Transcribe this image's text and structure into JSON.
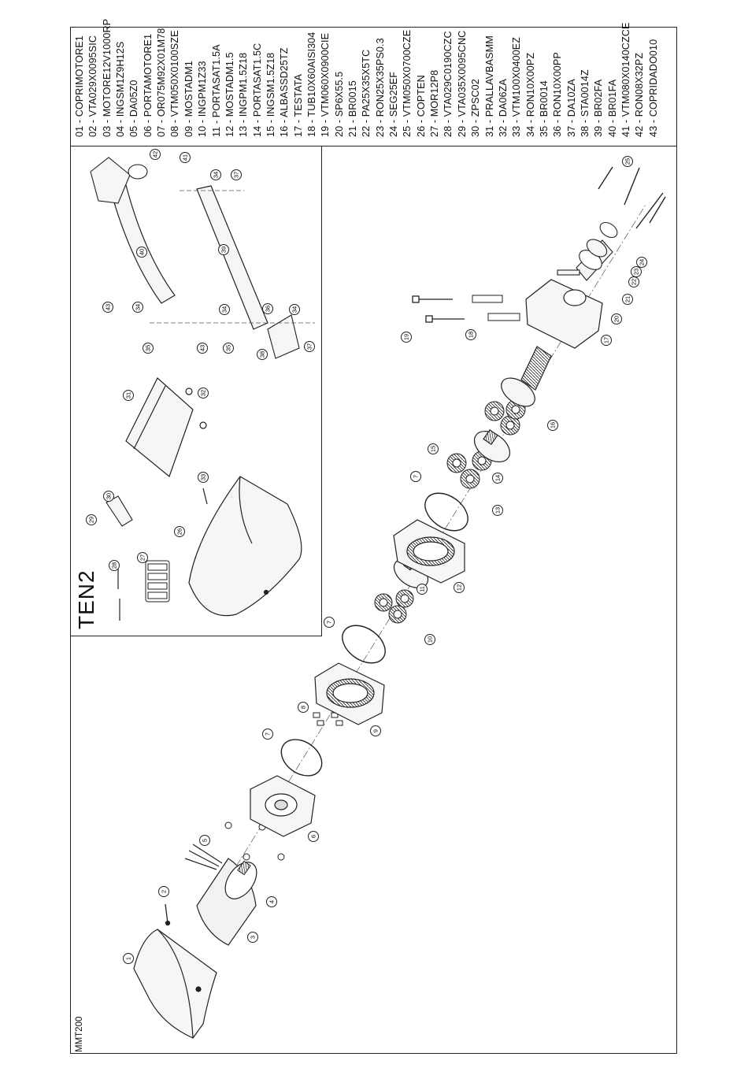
{
  "model_code": "MMT200",
  "inset_title": "TEN2",
  "parts": [
    "01 - COPRIMOTORE1",
    "02 - VTA029X0095SIC",
    "03 - MOTORE12V1000RP",
    "04 - INGSM1Z9H12S",
    "05 - DA05Z0",
    "06 - PORTAMOTORE1",
    "07 - OR075M92X01M78",
    "08 - VTM050X0100SZE",
    "09 - MOSTADM1",
    "10 - INGPM1Z33",
    "11 - PORTASAT1.5A",
    "12 - MOSTADM1.5",
    "13 - INGPM1.5Z18",
    "14 - PORTASAT1.5C",
    "15 - INGSM1.5Z18",
    "16 - ALBASSD25TZ",
    "17 - TESTATA",
    "18 - TUB10X60AISI304",
    "19 - VTM060X0900CIE",
    "20 - SP6X55.5",
    "21 - BR0015",
    "22 - PA25X35X5TC",
    "23 - RON25X35PS0.3",
    "24 - SEG25EF",
    "25 - VTM050X0700CZE",
    "26 - COPTEN",
    "27 - MOR12P8",
    "28 - VTA029C0190CZC",
    "29 - VTA035X0095CNC",
    "30 - ZPSC02",
    "31 - PRALLAVBASMM",
    "32 - DA06ZA",
    "33 - VTM100X0400EZ",
    "34 - RON10X00PZ",
    "35 - BR0014",
    "36 - RON10X00PP",
    "37 - DA10ZA",
    "38 - STA0014Z",
    "39 - BR02FA",
    "40 - BR01FA",
    "41 - VTM080X0140CZCE",
    "42 - RON08X32PZ",
    "43 - COPRIDADO010"
  ],
  "callouts": {
    "c1": "1",
    "c2": "2",
    "c3": "3",
    "c4": "4",
    "c5": "5",
    "c6": "6",
    "c7a": "7",
    "c7b": "7",
    "c7c": "7",
    "c8": "8",
    "c9": "9",
    "c10": "10",
    "c11": "11",
    "c12": "12",
    "c13": "13",
    "c14": "14",
    "c15": "15",
    "c16": "16",
    "c17": "17",
    "c18": "18",
    "c19": "19",
    "c20": "20",
    "c21": "21",
    "c22": "22",
    "c23": "23",
    "c24": "24",
    "c25": "25",
    "c26": "26",
    "c27": "27",
    "c28": "28",
    "c29": "29",
    "c30": "30",
    "c31": "31",
    "c32": "32",
    "c33": "33",
    "c34a": "34",
    "c34b": "34",
    "c34c": "34",
    "c34d": "34",
    "c35a": "35",
    "c35b": "35",
    "c36": "36",
    "c37a": "37",
    "c37b": "37",
    "c38": "38",
    "c39": "39",
    "c40": "40",
    "c41": "41",
    "c42": "42",
    "c43a": "43",
    "c43b": "43"
  }
}
